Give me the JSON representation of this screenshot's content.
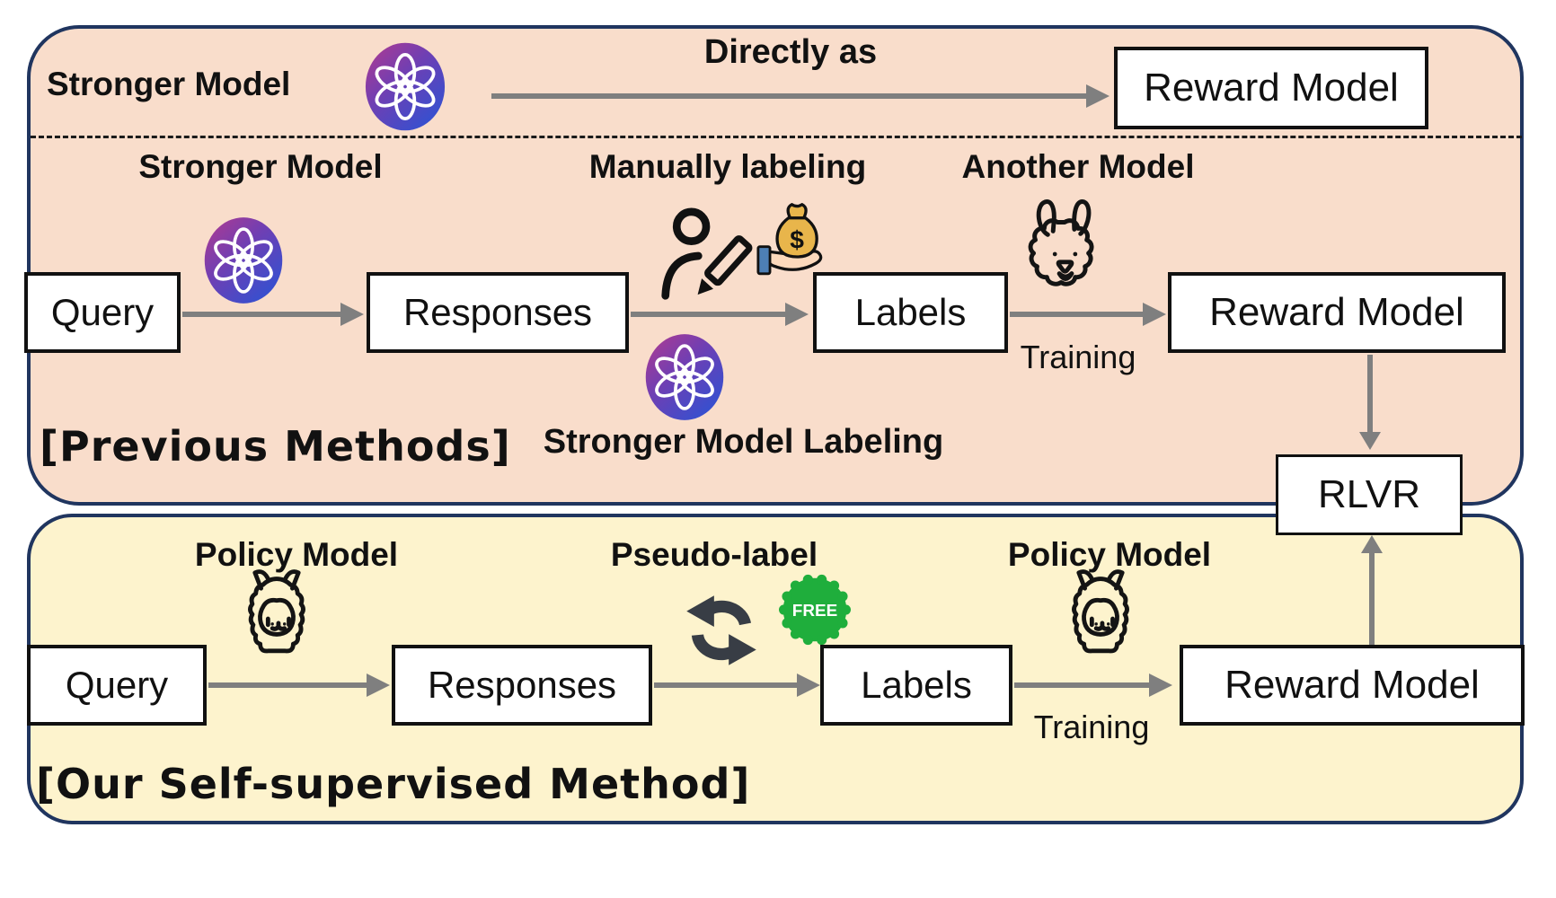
{
  "colors": {
    "panel_previous_bg": "#f9ddcb",
    "panel_ours_bg": "#fdf3cd",
    "panel_border": "#20355f",
    "arrow_gray": "#7f7f7f",
    "node_border": "#111111",
    "free_badge_green": "#1fae3c",
    "openai_gradient_start": "#b23a8f",
    "openai_gradient_mid": "#6f3fb3",
    "openai_gradient_end": "#2e52d3"
  },
  "previous": {
    "caption": "[Previous Methods]",
    "direct_row": {
      "model_label": "Stronger Model",
      "arrow_label": "Directly as",
      "reward_box": "Reward Model"
    },
    "pipeline": {
      "generator_label": "Stronger Model",
      "query_box": "Query",
      "responses_box": "Responses",
      "manual_label": "Manually labeling",
      "model_labeling_label": "Stronger Model Labeling",
      "labels_box": "Labels",
      "another_model_label": "Another Model",
      "training_label": "Training",
      "reward_box": "Reward Model"
    }
  },
  "ours": {
    "caption": "[Our Self-supervised Method]",
    "pipeline": {
      "policy_left_label": "Policy Model",
      "query_box": "Query",
      "responses_box": "Responses",
      "pseudo_label": "Pseudo-label",
      "free_badge": "FREE",
      "labels_box": "Labels",
      "policy_right_label": "Policy Model",
      "training_label": "Training",
      "reward_box": "Reward Model"
    }
  },
  "rlvr_box": "RLVR"
}
